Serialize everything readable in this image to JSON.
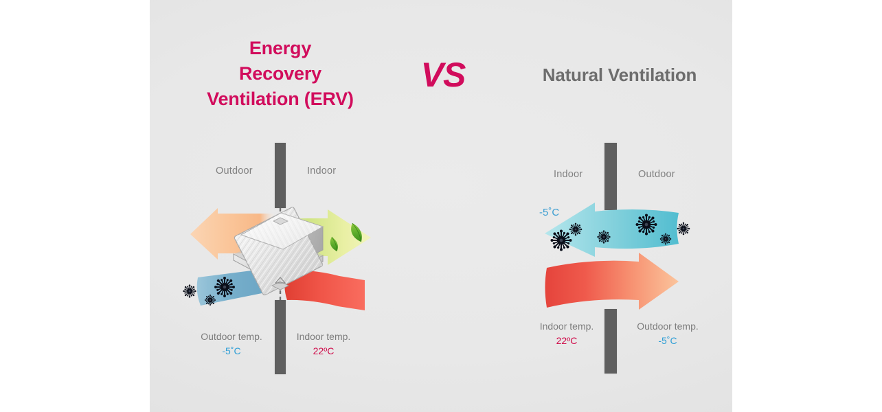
{
  "slide": {
    "background_color": "#e8e8e8",
    "page_background": "#ffffff"
  },
  "headings": {
    "left_title_line1": "Energy",
    "left_title_line2": "Recovery",
    "left_title_line3": "Ventilation (ERV)",
    "left_title_color": "#d10c5c",
    "versus": "VS",
    "versus_color": "#d10c5c",
    "right_title": "Natural Ventilation",
    "right_title_color": "#6d6d6d"
  },
  "left_diagram": {
    "name": "Energy Recovery Ventilation (ERV)",
    "zone_left_label": "Outdoor",
    "zone_right_label": "Indoor",
    "outdoor_temp_caption": "Outdoor temp.",
    "outdoor_temp_value": "-5˚C",
    "indoor_temp_caption": "Indoor temp.",
    "indoor_temp_value": "22ºC",
    "arrows": [
      {
        "name": "exhaust-air-out",
        "direction": "left",
        "color_from": "#f6a06a",
        "color_to": "#fcd9b4",
        "meaning": "stale warm air exhausted outdoors"
      },
      {
        "name": "fresh-filtered-air-in",
        "direction": "right",
        "color_from": "#b7d94e",
        "color_to": "#f2f3b4",
        "meaning": "clean fresh air supplied indoors"
      },
      {
        "name": "outdoor-air-intake",
        "direction": "right",
        "color_from": "#6ba7c9",
        "color_to": "#a8cddd",
        "meaning": "cold contaminated outdoor air entering"
      },
      {
        "name": "warm-recovered-air",
        "direction": "right",
        "color_from": "#e8493c",
        "color_to": "#f9766a",
        "meaning": "pre-warmed recovered air"
      }
    ],
    "core": {
      "name": "heat-exchanger-core",
      "color": "#f2f2f2"
    },
    "leaves_count": 2,
    "virus_count": 3,
    "virus_color": "#0b0f1a"
  },
  "right_diagram": {
    "name": "Natural Ventilation",
    "zone_left_label": "Indoor",
    "zone_right_label": "Outdoor",
    "indoor_temp_caption": "Indoor temp.",
    "indoor_temp_value": "22ºC",
    "outdoor_temp_caption": "Outdoor temp.",
    "outdoor_temp_value": "-5˚C",
    "floating_temp": "-5˚C",
    "arrows": [
      {
        "name": "cold-contaminated-air-in",
        "direction": "left",
        "color_from": "#8fd6dd",
        "color_to": "#5bbfcf",
        "meaning": "cold unfiltered outdoor air entering indoors"
      },
      {
        "name": "warm-air-loss-out",
        "direction": "right",
        "color_from": "#ea4b45",
        "color_to": "#fcc39a",
        "meaning": "warm indoor air lost outdoors"
      }
    ],
    "virus_count": 6,
    "virus_color": "#0b0f1a"
  },
  "colors": {
    "crimson": "#d10c5c",
    "gray_text": "#6d6d6d",
    "wall": "#5f5f5f",
    "cold_blue": "#2e9ed6",
    "hot_red": "#cf0a49"
  }
}
